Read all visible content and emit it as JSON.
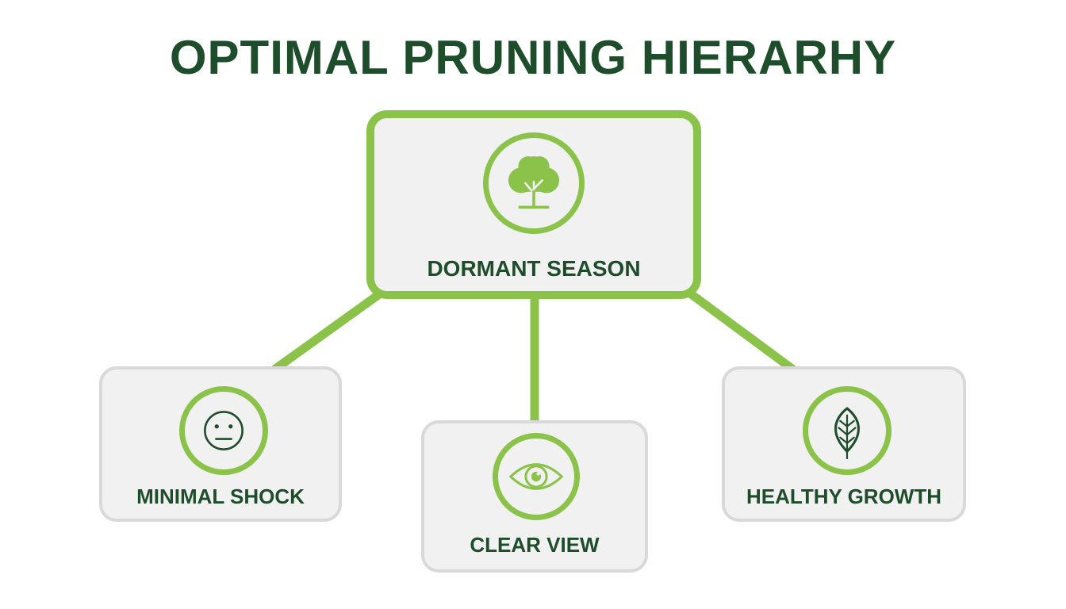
{
  "title": "OPTIMAL PRUNING HIERARHY",
  "colors": {
    "title": "#1e4d2b",
    "accent": "#8bc34a",
    "label": "#1e4d2b",
    "node_fill": "#f1f1f1",
    "child_border": "#d9d9d9"
  },
  "root": {
    "label": "DORMANT SEASON",
    "icon": "tree-icon"
  },
  "children": [
    {
      "label": "MINIMAL SHOCK",
      "icon": "neutral-face-icon"
    },
    {
      "label": "CLEAR VIEW",
      "icon": "eye-icon"
    },
    {
      "label": "HEALTHY GROWTH",
      "icon": "leaf-icon"
    }
  ]
}
